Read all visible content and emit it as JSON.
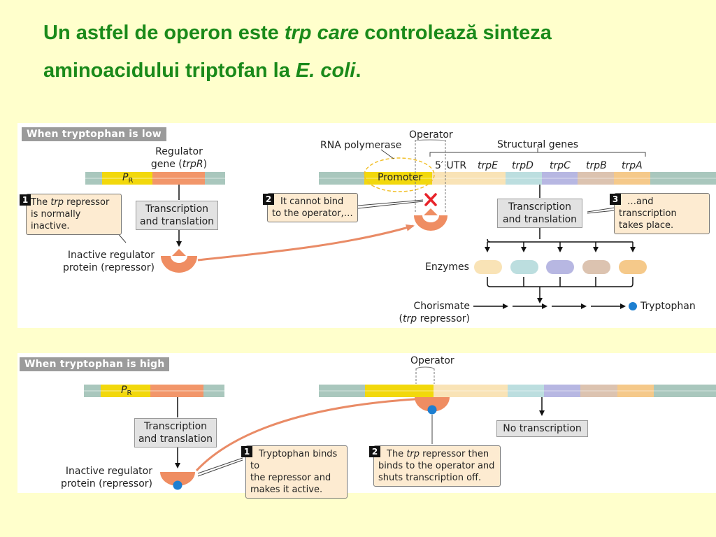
{
  "title": {
    "part1": "Un astfel de operon este ",
    "part2": "trp care",
    "part3": " controlează sinteza",
    "part4": "aminoacidului triptofan la ",
    "part5": "E. coli",
    "part6": "."
  },
  "low": {
    "tag": "When tryptophan is low",
    "regulator_line1": "Regulator",
    "regulator_line2_a": "gene (",
    "regulator_line2_b": "trpR",
    "regulator_line2_c": ")",
    "pr": "P",
    "pr_sub": "R",
    "transcription_box_1": "Transcription",
    "transcription_box_2": "and translation",
    "callout1_num": "1",
    "callout1_a": "The ",
    "callout1_b": "trp",
    "callout1_c": " repressor",
    "callout1_line2": "is normally inactive.",
    "inactive_1": "Inactive regulator",
    "inactive_2": "protein (repressor)",
    "rna_polymerase": "RNA polymerase",
    "operator": "Operator",
    "structural_genes": "Structural genes",
    "promoter": "Promoter",
    "utr": "5′ UTR",
    "genes": [
      "trpE",
      "trpD",
      "trpC",
      "trpB",
      "trpA"
    ],
    "callout2_num": "2",
    "callout2_line1": "It cannot bind",
    "callout2_line2": "to the operator,…",
    "callout3_num": "3",
    "callout3_line1": "…and transcription",
    "callout3_line2": "takes place.",
    "transcription2_1": "Transcription",
    "transcription2_2": "and translation",
    "enzymes": "Enzymes",
    "chorismate": "Chorismate",
    "chorismate_sub_a": "(",
    "chorismate_sub_b": "trp",
    "chorismate_sub_c": " repressor)",
    "tryptophan": "Tryptophan"
  },
  "high": {
    "tag": "When tryptophan is high",
    "pr": "P",
    "pr_sub": "R",
    "operator": "Operator",
    "transcription_box_1": "Transcription",
    "transcription_box_2": "and translation",
    "no_transcription": "No transcription",
    "inactive_1": "Inactive regulator",
    "inactive_2": "protein (repressor)",
    "callout1_num": "1",
    "callout1_line1": "Tryptophan binds to",
    "callout1_line2": "the repressor and",
    "callout1_line3": "makes it active.",
    "callout2_num": "2",
    "callout2_a": "The ",
    "callout2_b": "trp",
    "callout2_c": " repressor then",
    "callout2_line2": "binds to the operator and",
    "callout2_line3": "shuts transcription off."
  },
  "colors": {
    "background": "#ffffcc",
    "title": "#1a8a1a",
    "dna": "#a9c7bd",
    "promoter": "#f2d80c",
    "regulator_gene": "#f2966a",
    "utr": "#f9e3b6",
    "trpE": "#f9e3b6",
    "trpD": "#bcdedf",
    "trpC": "#b7b7e2",
    "trpB": "#dcc3b0",
    "trpA": "#f5c98a",
    "repressor": "#ef8d62",
    "tryptophan": "#1d7fd1",
    "arrow": "#e98b66",
    "callout_bg": "#fdebd1",
    "box_gray": "#e2e2e2"
  }
}
